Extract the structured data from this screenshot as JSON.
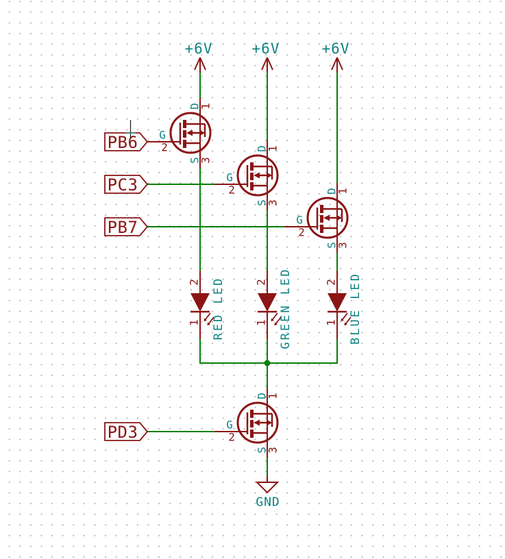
{
  "colors": {
    "wire_green": "#068006",
    "symbol_dark_red": "#8B1414",
    "pin_name_teal": "#0E8282",
    "grid_dot_gray": "#ABABAB",
    "background": "#FFFFFF"
  },
  "power_rails": [
    {
      "label": "+6V"
    },
    {
      "label": "+6V"
    },
    {
      "label": "+6V"
    }
  ],
  "net_labels": [
    {
      "text": "PB6"
    },
    {
      "text": "PC3"
    },
    {
      "text": "PB7"
    },
    {
      "text": "PD3"
    }
  ],
  "mosfets": [
    {
      "pins": {
        "drain": {
          "name": "D",
          "number": "1"
        },
        "gate": {
          "name": "G",
          "number": "2"
        },
        "source": {
          "name": "S",
          "number": "3"
        }
      }
    },
    {
      "pins": {
        "drain": {
          "name": "D",
          "number": "1"
        },
        "gate": {
          "name": "G",
          "number": "2"
        },
        "source": {
          "name": "S",
          "number": "3"
        }
      }
    },
    {
      "pins": {
        "drain": {
          "name": "D",
          "number": "1"
        },
        "gate": {
          "name": "G",
          "number": "2"
        },
        "source": {
          "name": "S",
          "number": "3"
        }
      }
    },
    {
      "pins": {
        "drain": {
          "name": "D",
          "number": "1"
        },
        "gate": {
          "name": "G",
          "number": "2"
        },
        "source": {
          "name": "S",
          "number": "3"
        }
      }
    }
  ],
  "leds": [
    {
      "value": "RED LED",
      "anode_pin": "2",
      "cathode_pin": "1"
    },
    {
      "value": "GREEN LED",
      "anode_pin": "2",
      "cathode_pin": "1"
    },
    {
      "value": "BLUE LED",
      "anode_pin": "2",
      "cathode_pin": "1"
    }
  ],
  "ground": {
    "label": "GND"
  }
}
